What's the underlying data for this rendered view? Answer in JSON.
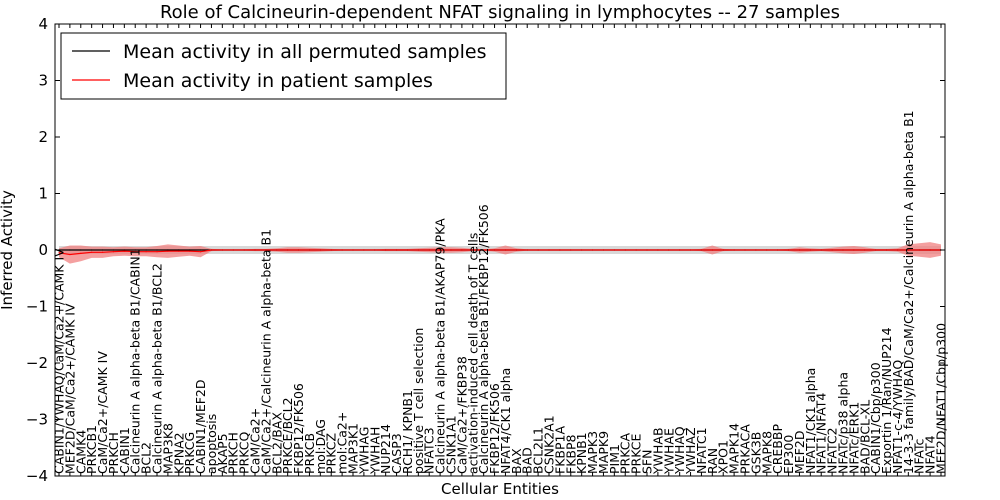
{
  "chart_data": {
    "type": "line",
    "title": "Role of Calcineurin-dependent NFAT signaling in lymphocytes -- 27 samples",
    "xlabel": "Cellular Entities",
    "ylabel": "Inferred Activity",
    "ylim": [
      -4,
      4
    ],
    "yticks": [
      -4,
      -3,
      -2,
      -1,
      0,
      1,
      2,
      3,
      4
    ],
    "grid": false,
    "legend_position": "top-left",
    "categories": [
      "CABIN1/YWHAQ/CaM/Ca2+/CAMK IV",
      "MEF2D/CaM/Ca2+/CAMK IV",
      "CAMK4",
      "PRKCB1",
      "CaM/Ca2+/CAMK IV",
      "PRKCH",
      "CABIN1",
      "Calcineurin A alpha-beta B1/CABIN1",
      "BCL2",
      "Calcineurin A alpha-beta B1/BCL2",
      "MAP3K8",
      "KPNA2",
      "PRKCG",
      "CABIN1/MEF2D",
      "apoptosis",
      "AKAP5",
      "PRKCH",
      "PRKCQ",
      "CaM/Ca2+",
      "CaM/Ca2+/Calcineurin A alpha-beta B1",
      "BCL2/BAX",
      "PRKCE/BCL2",
      "FKBP12/FK506",
      "PRKCB",
      "mol:DAG",
      "PRKCZ",
      "mol:Ca2+",
      "MAP3K1",
      "YWHAG",
      "YWHAH",
      "NUP214",
      "CASP3",
      "RCH1/ KPNB1",
      "positive T cell selection",
      "NFATC3",
      "Calcineurin A alpha-beta B1/AKAP79/PKA",
      "CSNK1A1",
      "CaM/Ca2+/FKBP38",
      "activation-induced cell death of T cells",
      "Calcineurin A alpha-beta B1/FKBP12/FK506",
      "FKBP12/FK506",
      "NFAT4/CK1 alpha",
      "BAX",
      "BAD",
      "BCL2L1",
      "CSNK2A1",
      "FKBP1A",
      "FKBP8",
      "KPNB1",
      "MAPK3",
      "MAPK9",
      "PIM1",
      "PRKCA",
      "PRKCE",
      "SFN",
      "YWHAB",
      "YWHAE",
      "YWHAQ",
      "YWHAZ",
      "NFATC1",
      "RAN",
      "XPO1",
      "MAPK14",
      "PRKACA",
      "GSK3B",
      "MAPK8",
      "CREBBP",
      "EP300",
      "MEF2D",
      "NFAT1/CK1 alpha",
      "NFAT1/NFAT4",
      "NFATC2",
      "NFATc/p38 alpha",
      "NFATc/ERK1",
      "BAD/BCL-XL",
      "CABIN1/Cbp/p300",
      "Exportin 1/Ran/NUP214",
      "NFAT1-c-4/YWHAQ",
      "14-3-3 family/BAD/CaM/Ca2+/Calcineurin A alpha-beta B1",
      "NFATc",
      "NFAT4",
      "MEF2D/NFAT1/Cbp/p300"
    ],
    "series": [
      {
        "name": "Mean activity in all permuted samples",
        "color": "#000000",
        "band_color": "#c8c8c8",
        "values": [
          0,
          0,
          0,
          0,
          0,
          0,
          0,
          0,
          0,
          0,
          0,
          0,
          0,
          0,
          0,
          0,
          0,
          0,
          0,
          0,
          0,
          0,
          0,
          0,
          0,
          0,
          0,
          0,
          0,
          0,
          0,
          0,
          0,
          0,
          0,
          0,
          0,
          0,
          0,
          0,
          0,
          0,
          0,
          0,
          0,
          0,
          0,
          0,
          0,
          0,
          0,
          0,
          0,
          0,
          0,
          0,
          0,
          0,
          0,
          0,
          0,
          0,
          0,
          0,
          0,
          0,
          0,
          0,
          0,
          0,
          0,
          0,
          0,
          0,
          0,
          0,
          0,
          0,
          0,
          0,
          0,
          0
        ],
        "band_halfwidth": [
          0.07,
          0.07,
          0.07,
          0.07,
          0.07,
          0.07,
          0.07,
          0.07,
          0.07,
          0.07,
          0.07,
          0.07,
          0.07,
          0.07,
          0.07,
          0.07,
          0.07,
          0.07,
          0.07,
          0.07,
          0.07,
          0.07,
          0.07,
          0.07,
          0.07,
          0.07,
          0.07,
          0.07,
          0.07,
          0.07,
          0.07,
          0.07,
          0.07,
          0.07,
          0.07,
          0.07,
          0.07,
          0.07,
          0.07,
          0.07,
          0.07,
          0.07,
          0.07,
          0.07,
          0.07,
          0.07,
          0.07,
          0.07,
          0.07,
          0.07,
          0.07,
          0.07,
          0.07,
          0.07,
          0.07,
          0.07,
          0.07,
          0.07,
          0.07,
          0.07,
          0.07,
          0.07,
          0.07,
          0.07,
          0.07,
          0.07,
          0.07,
          0.07,
          0.07,
          0.07,
          0.07,
          0.07,
          0.07,
          0.07,
          0.07,
          0.07,
          0.07,
          0.07,
          0.07,
          0.07,
          0.07,
          0.07
        ]
      },
      {
        "name": "Mean activity in patient samples",
        "color": "#ff0000",
        "band_color": "#f08080",
        "values": [
          -0.05,
          -0.08,
          -0.06,
          -0.04,
          -0.04,
          -0.03,
          -0.02,
          -0.03,
          -0.03,
          -0.03,
          -0.02,
          -0.02,
          -0.02,
          -0.03,
          0,
          0,
          0,
          0,
          0,
          0,
          0,
          0,
          0,
          0,
          0,
          0,
          0,
          0,
          0,
          0,
          0,
          0,
          0,
          0,
          0,
          0,
          0,
          0,
          0,
          0,
          0,
          0,
          0,
          0,
          0,
          0,
          0,
          0,
          0,
          0,
          0,
          0,
          0,
          0,
          0,
          0,
          0,
          0,
          0,
          0,
          0,
          0,
          0,
          0,
          0,
          0,
          0,
          0,
          0,
          0,
          0,
          0,
          0,
          0,
          0,
          0,
          0,
          0,
          0,
          0,
          0,
          0
        ],
        "band_halfwidth": [
          0.08,
          0.16,
          0.14,
          0.1,
          0.1,
          0.08,
          0.08,
          0.08,
          0.08,
          0.1,
          0.12,
          0.1,
          0.08,
          0.1,
          0.02,
          0.01,
          0.01,
          0.01,
          0.02,
          0.02,
          0.03,
          0.05,
          0.05,
          0.04,
          0.03,
          0.02,
          0.01,
          0.01,
          0.01,
          0.01,
          0.02,
          0.02,
          0.02,
          0.03,
          0.04,
          0.05,
          0.05,
          0.04,
          0.02,
          0.01,
          0.03,
          0.08,
          0.03,
          0.01,
          0.01,
          0.01,
          0.01,
          0.01,
          0.01,
          0.01,
          0.01,
          0.01,
          0.01,
          0.01,
          0.01,
          0.01,
          0.01,
          0.01,
          0.01,
          0.02,
          0.08,
          0.02,
          0.01,
          0.01,
          0.01,
          0.01,
          0.01,
          0.02,
          0.05,
          0.03,
          0.02,
          0.04,
          0.06,
          0.07,
          0.05,
          0.02,
          0.02,
          0.03,
          0.1,
          0.12,
          0.14,
          0.1
        ]
      }
    ]
  }
}
